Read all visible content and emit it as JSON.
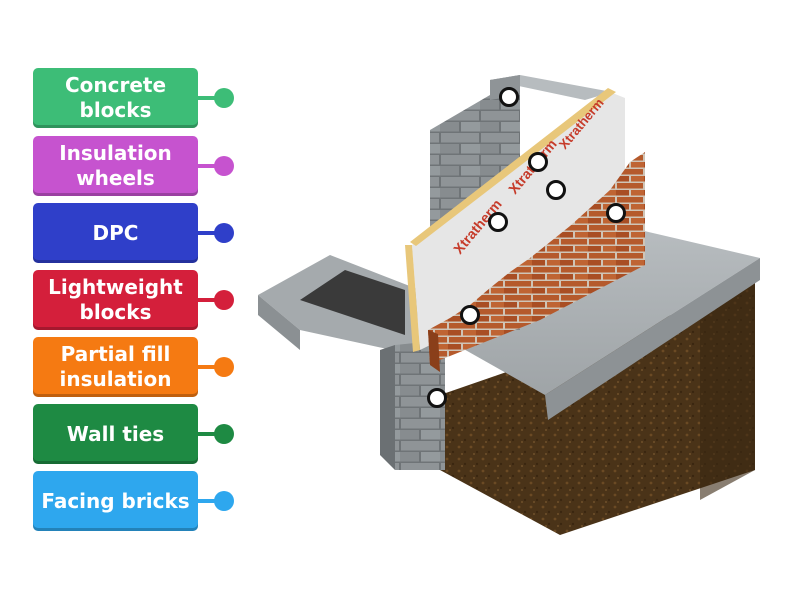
{
  "labels": [
    {
      "text": "Concrete\nblocks",
      "color": "#3dbd77"
    },
    {
      "text": "Insulation\nwheels",
      "color": "#c653cf"
    },
    {
      "text": "DPC",
      "color": "#2f3fc9"
    },
    {
      "text": "Lightweight\nblocks",
      "color": "#d41f3b"
    },
    {
      "text": "Partial fill\ninsulation",
      "color": "#f57a12"
    },
    {
      "text": "Wall ties",
      "color": "#1e8a43"
    },
    {
      "text": "Facing bricks",
      "color": "#2ea7ee"
    }
  ],
  "brand_text": "Xtratherm",
  "colors": {
    "concrete": "#a9aeb1",
    "concrete_dark": "#7f8589",
    "blocks": "#8e9396",
    "insulation": "#e4e4e4",
    "insulation_edge": "#e8c77a",
    "brick": "#b85a2a",
    "mortar": "#cfc4b6",
    "soil": "#4a3318",
    "brand": "#c63b2a"
  }
}
